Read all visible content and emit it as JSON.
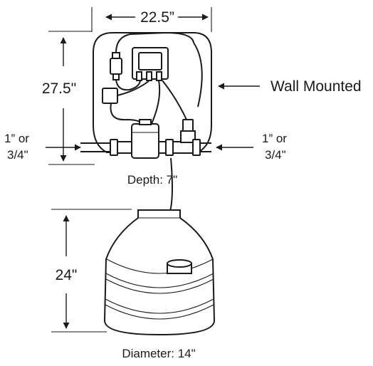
{
  "dims": {
    "width": "22.5”",
    "height_unit": "27.5\"",
    "depth": "Depth: 7\"",
    "tank_height": "24\"",
    "tank_diameter": "Diameter: 14\""
  },
  "labels": {
    "wall_mounted": "Wall Mounted",
    "inlet_line1": "1” or",
    "inlet_line2": "3/4\"",
    "outlet_line1": "1” or",
    "outlet_line2": "3/4\""
  }
}
